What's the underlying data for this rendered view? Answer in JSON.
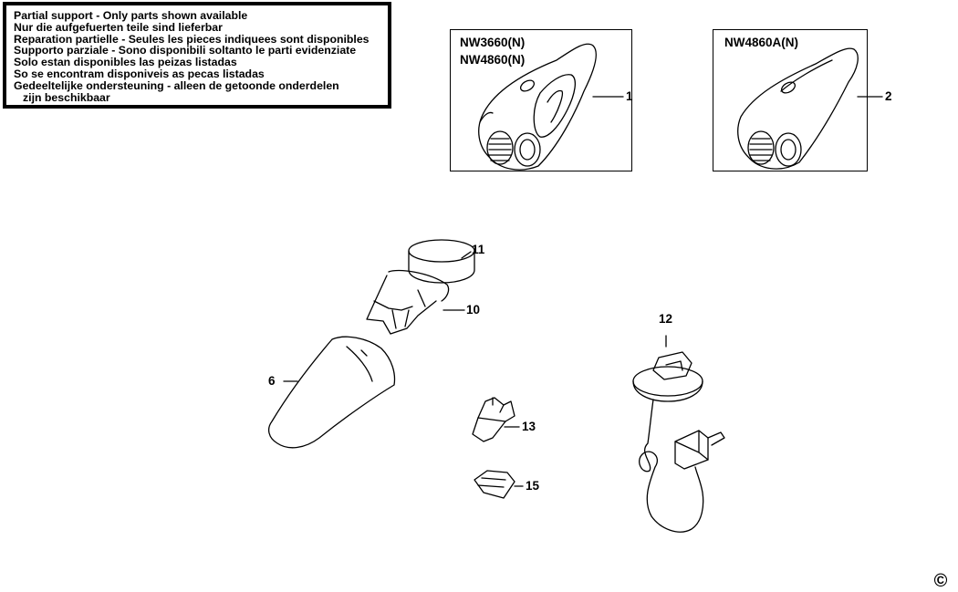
{
  "notice": {
    "lines": [
      "Partial support - Only parts shown available",
      "Nur die aufgefuerten teile sind lieferbar",
      "Reparation partielle - Seules les pieces indiquees sont disponibles",
      "Supporto parziale - Sono disponibili soltanto le parti evidenziate",
      "Solo estan disponibles las peizas listadas",
      "So se encontram disponiveis as pecas listadas",
      "Gedeeltelijke ondersteuning - alleen de getoonde onderdelen",
      "zijn beschikbaar"
    ]
  },
  "models": {
    "box1": {
      "line1": "NW3660(N)",
      "line2": "NW4860(N)",
      "ref": "1"
    },
    "box2": {
      "line1": "NW4860A(N)",
      "ref": "2"
    }
  },
  "parts": {
    "p11": "11",
    "p10": "10",
    "p6": "6",
    "p12": "12",
    "p13": "13",
    "p15": "15"
  },
  "copyright": "©"
}
